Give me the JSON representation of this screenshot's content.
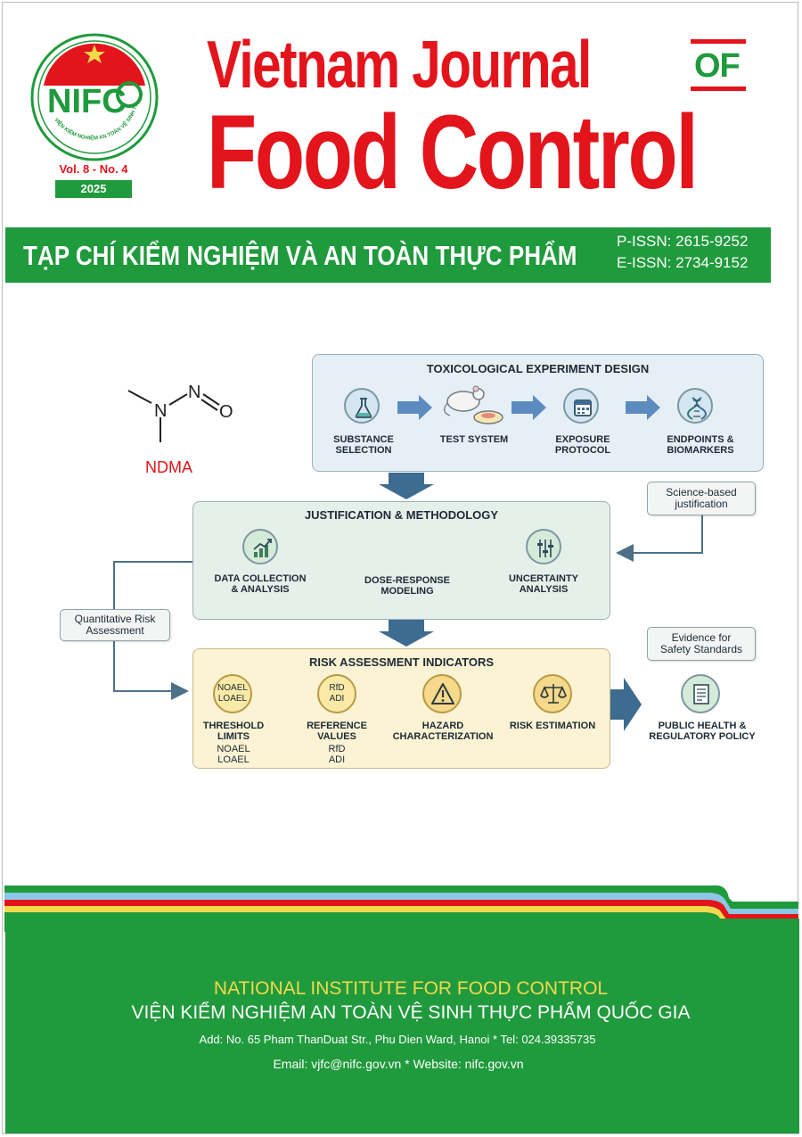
{
  "logo": {
    "acronym": "NIFC",
    "ring_text": "VIỆN KIỂM NGHIỆM AN TOÀN VỆ SINH THỰC PHẨM QUỐC GIA"
  },
  "issue": {
    "volume": "Vol. 8 - No. 4",
    "year": "2025"
  },
  "masthead": {
    "line1": "Vietnam Journal",
    "of": "OF",
    "line2": "Food Control",
    "vn_title": "TẠP CHÍ KIỂM NGHIỆM VÀ AN TOÀN THỰC PHẨM",
    "p_issn": "P-ISSN: 2615-9252",
    "e_issn": "E-ISSN: 2734-9152"
  },
  "diagram": {
    "molecule": {
      "atoms": {
        "n1": "N",
        "n2": "N",
        "o": "O"
      },
      "label": "NDMA"
    },
    "tox": {
      "title": "TOXICOLOGICAL EXPERIMENT DESIGN",
      "steps": [
        {
          "l1": "SUBSTANCE",
          "l2": "SELECTION"
        },
        {
          "l1": "TEST SYSTEM",
          "l2": ""
        },
        {
          "l1": "EXPOSURE",
          "l2": "PROTOCOL"
        },
        {
          "l1": "ENDPOINTS &",
          "l2": "BIOMARKERS"
        }
      ]
    },
    "note_science": {
      "l1": "Science-based",
      "l2": "justification"
    },
    "just": {
      "title": "JUSTIFICATION & METHODOLOGY",
      "steps": [
        {
          "l1": "DATA COLLECTION",
          "l2": "& ANALYSIS"
        },
        {
          "l1": "DOSE-RESPONSE",
          "l2": "MODELING"
        },
        {
          "l1": "UNCERTAINTY",
          "l2": "ANALYSIS"
        }
      ]
    },
    "note_qra": {
      "l1": "Quantitative Risk",
      "l2": "Assessment"
    },
    "note_evidence": {
      "l1": "Evidence for",
      "l2": "Safety Standards"
    },
    "risk": {
      "title": "RISK ASSESSMENT INDICATORS",
      "icon1": {
        "t1": "NOAEL",
        "t2": "LOAEL"
      },
      "icon2": {
        "t1": "RfD",
        "t2": "ADI"
      },
      "steps": [
        {
          "l1": "THRESHOLD",
          "l2": "LIMITS",
          "s1": "NOAEL",
          "s2": "LOAEL"
        },
        {
          "l1": "REFERENCE",
          "l2": "VALUES",
          "s1": "RfD",
          "s2": "ADI"
        },
        {
          "l1": "HAZARD",
          "l2": "CHARACTERIZATION",
          "s1": "",
          "s2": ""
        },
        {
          "l1": "RISK ESTIMATION",
          "l2": "",
          "s1": "",
          "s2": ""
        }
      ]
    },
    "policy": {
      "l1": "PUBLIC HEALTH &",
      "l2": "REGULATORY POLICY"
    }
  },
  "footer": {
    "institute_en": "NATIONAL INSTITUTE FOR FOOD CONTROL",
    "institute_vn": "VIỆN KIỂM NGHIỆM AN TOÀN VỆ SINH THỰC PHẨM QUỐC GIA",
    "address": "Add: No. 65 Pham ThanDuat Str., Phu Dien Ward, Hanoi * Tel: 024.39335735",
    "contact": "Email: vjfc@nifc.gov.vn * Website: nifc.gov.vn"
  },
  "colors": {
    "brand_red": "#e3141b",
    "brand_green": "#1f9a3c",
    "accent_yellow": "#f3d94c"
  }
}
